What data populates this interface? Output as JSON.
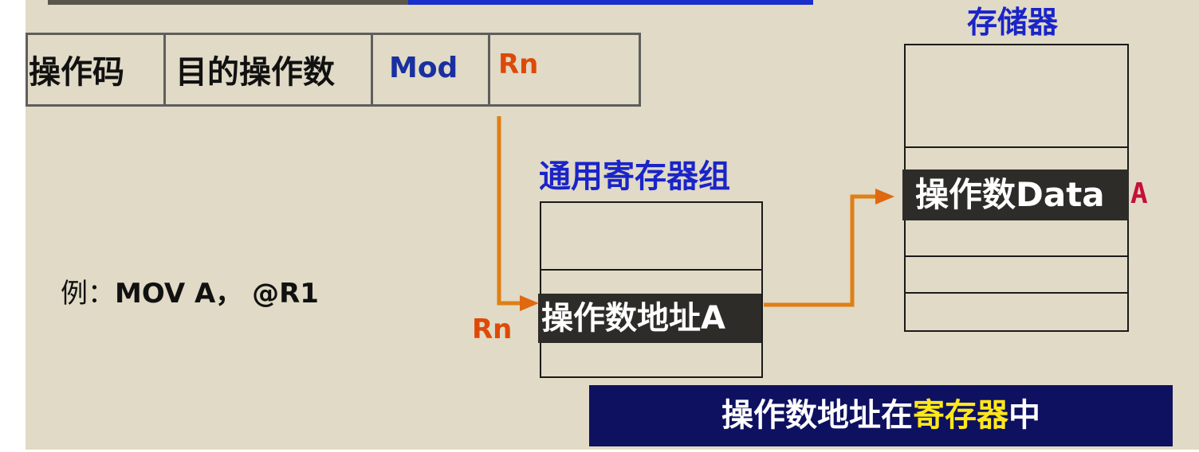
{
  "instruction_format": {
    "fields": [
      "操作码",
      "目的操作数",
      "Mod",
      "Rn"
    ]
  },
  "register_group": {
    "title": "通用寄存器组",
    "operand_address_label": "操作数地址A",
    "pointer_label": "Rn"
  },
  "memory": {
    "title": "存储器",
    "operand_label": "操作数Data",
    "address_label": "A"
  },
  "example": {
    "prefix": "例：",
    "code": "MOV  A， @R1"
  },
  "caption": {
    "before": "操作数地址在",
    "highlight": "寄存器",
    "after": "中"
  },
  "colors": {
    "background": "#e0dac6",
    "title_blue": "#1a24c8",
    "mod_blue": "#1a2fa0",
    "rn_orange": "#dd4a08",
    "arrow_orange": "#e07f14",
    "address_red": "#c4103a",
    "banner_navy": "#0e1060",
    "banner_highlight": "#ffe81a",
    "cell_dark": "#2e2c28"
  }
}
